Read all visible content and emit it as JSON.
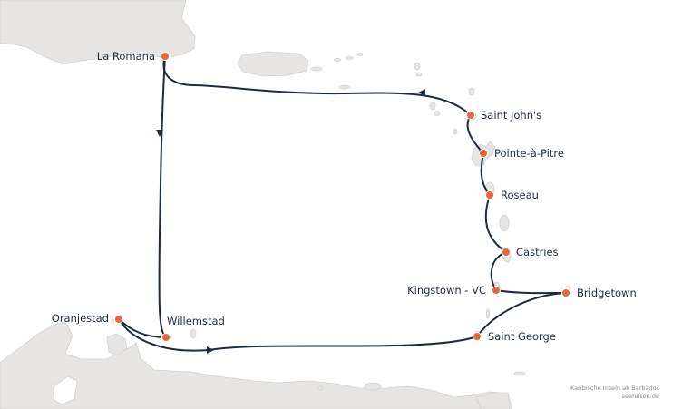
{
  "map": {
    "colors": {
      "land": "#e6e5e3",
      "coast": "#d3d1cd",
      "route": "#1b2b45",
      "port": "#e8673a"
    },
    "ports": [
      {
        "id": "la-romana",
        "name": "La Romana"
      },
      {
        "id": "saint-johns",
        "name": "Saint John's"
      },
      {
        "id": "pointe-a-pitre",
        "name": "Pointe-à-Pitre"
      },
      {
        "id": "roseau",
        "name": "Roseau"
      },
      {
        "id": "castries",
        "name": "Castries"
      },
      {
        "id": "kingstown",
        "name": "Kingstown - VC"
      },
      {
        "id": "bridgetown",
        "name": "Bridgetown"
      },
      {
        "id": "saint-george",
        "name": "Saint George"
      },
      {
        "id": "willemstad",
        "name": "Willemstad"
      },
      {
        "id": "oranjestad",
        "name": "Oranjestad"
      }
    ],
    "credit": {
      "line1": "Karibische Inseln ab Barbados",
      "line2": "seereisen.de"
    }
  }
}
